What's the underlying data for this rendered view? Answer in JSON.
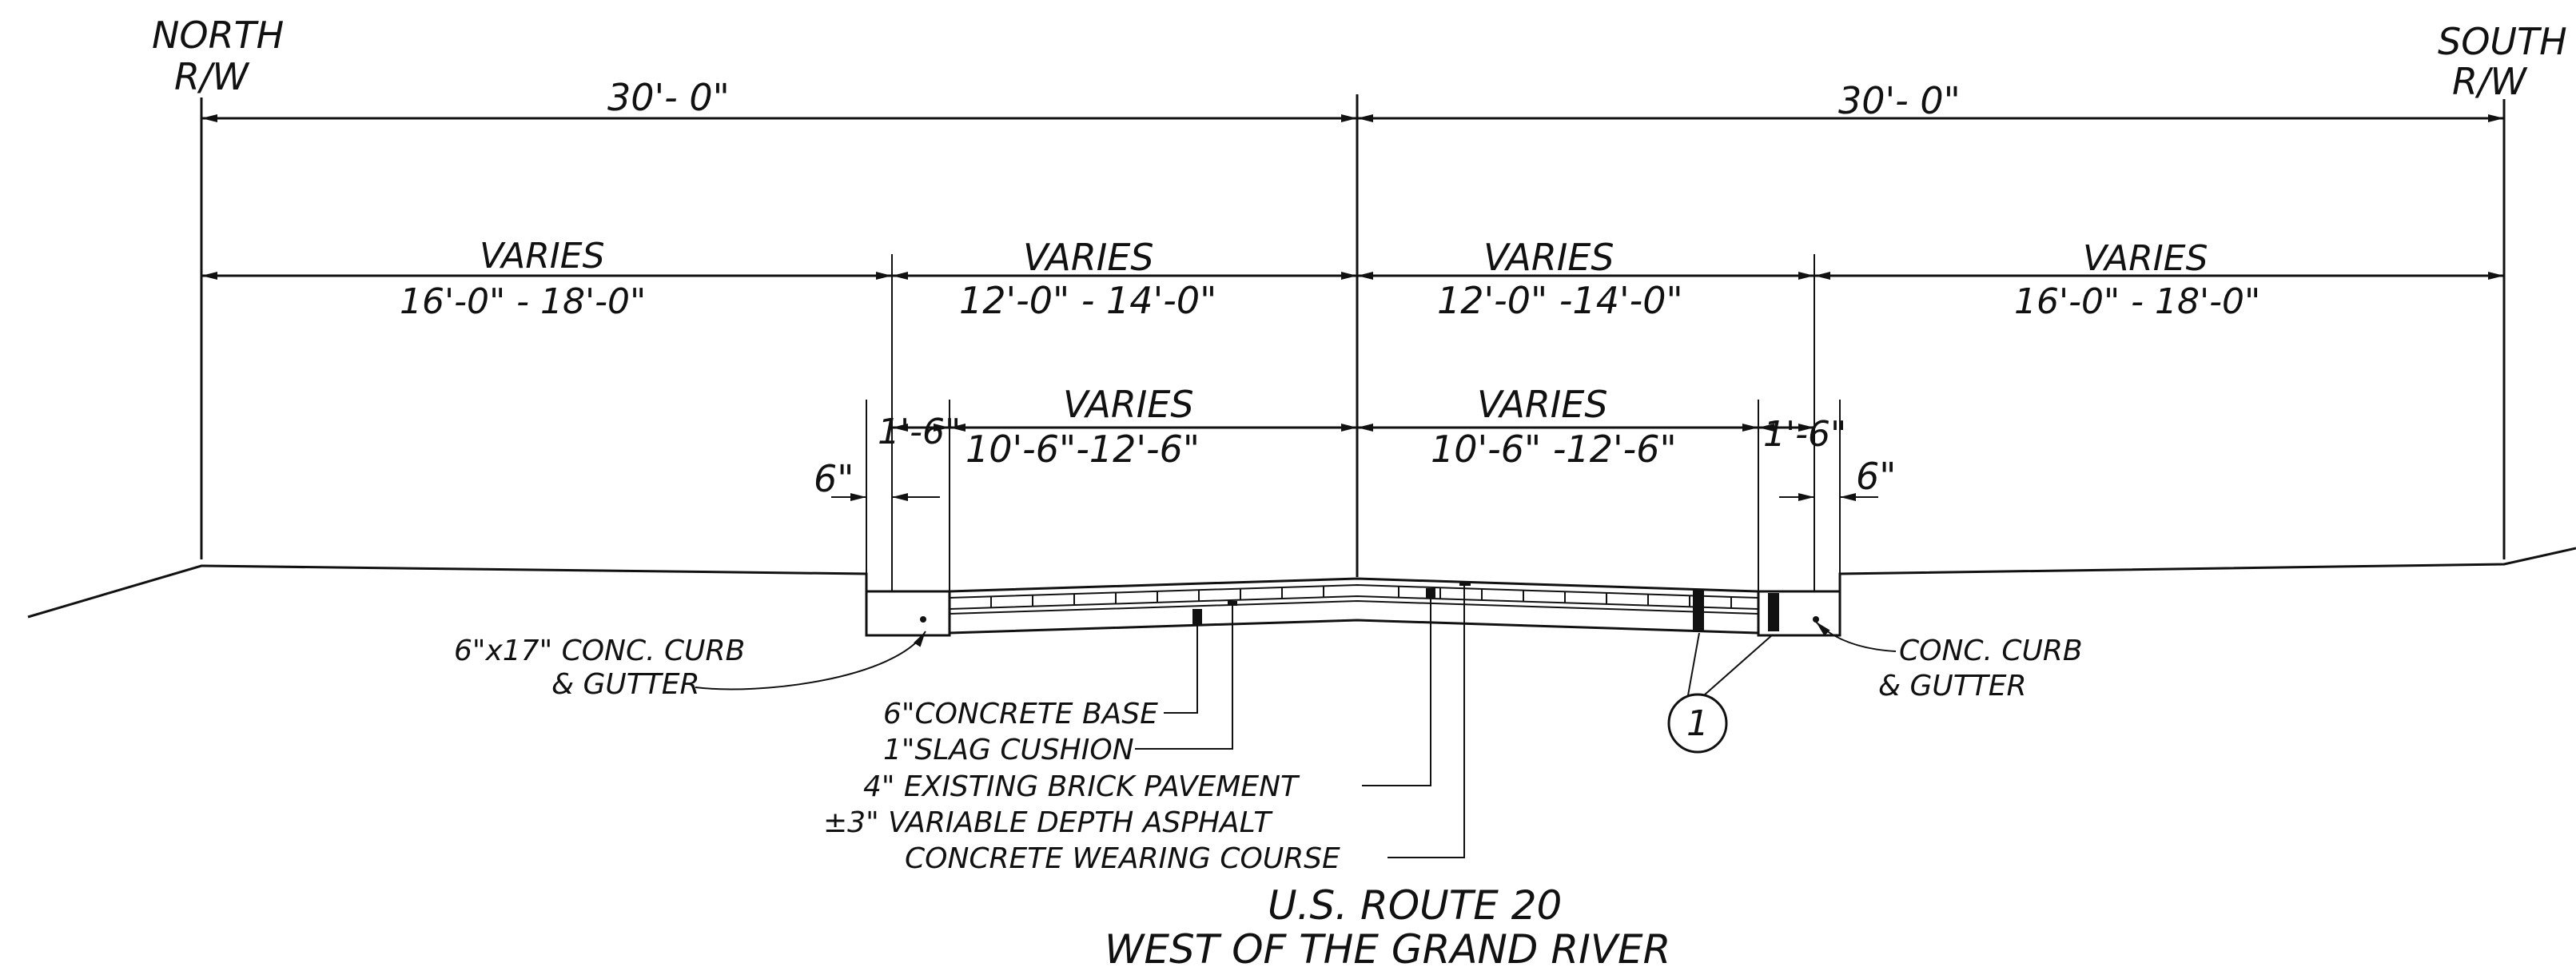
{
  "labels": {
    "north": "NORTH",
    "north_rw": "R/W",
    "south": "SOUTH",
    "south_rw": "R/W",
    "left_half": "30'- 0\"",
    "right_half": "30'- 0\"",
    "varies": "VARIES",
    "tree_lawn_left": "16'-0\" - 18'-0\"",
    "lane_left": "12'-0\" - 14'-0\"",
    "lane_right": "12'-0\" -14'-0\"",
    "tree_lawn_right": "16'-0\" - 18'-0\"",
    "curb_width_left": "1'-6\"",
    "curb_width_right": "1'-6\"",
    "pave_left": "10'-6\"-12'-6\"",
    "pave_right": "10'-6\" -12'-6\"",
    "curb_top_left": "6\"",
    "curb_top_right": "6\"",
    "callout_number": "1",
    "curb_left_line1": "6\"x17\" CONC. CURB",
    "curb_left_line2": "& GUTTER",
    "curb_right_line1": "CONC. CURB",
    "curb_right_line2": "& GUTTER",
    "layer_base": "6\"CONCRETE BASE",
    "layer_slag": "1\"SLAG CUSHION",
    "layer_brick": "4\" EXISTING BRICK PAVEMENT",
    "layer_asphalt": "±3\" VARIABLE DEPTH ASPHALT",
    "layer_wearing": "CONCRETE WEARING COURSE",
    "title_line1": "U.S. ROUTE 20",
    "title_line2": "WEST OF THE GRAND RIVER"
  }
}
